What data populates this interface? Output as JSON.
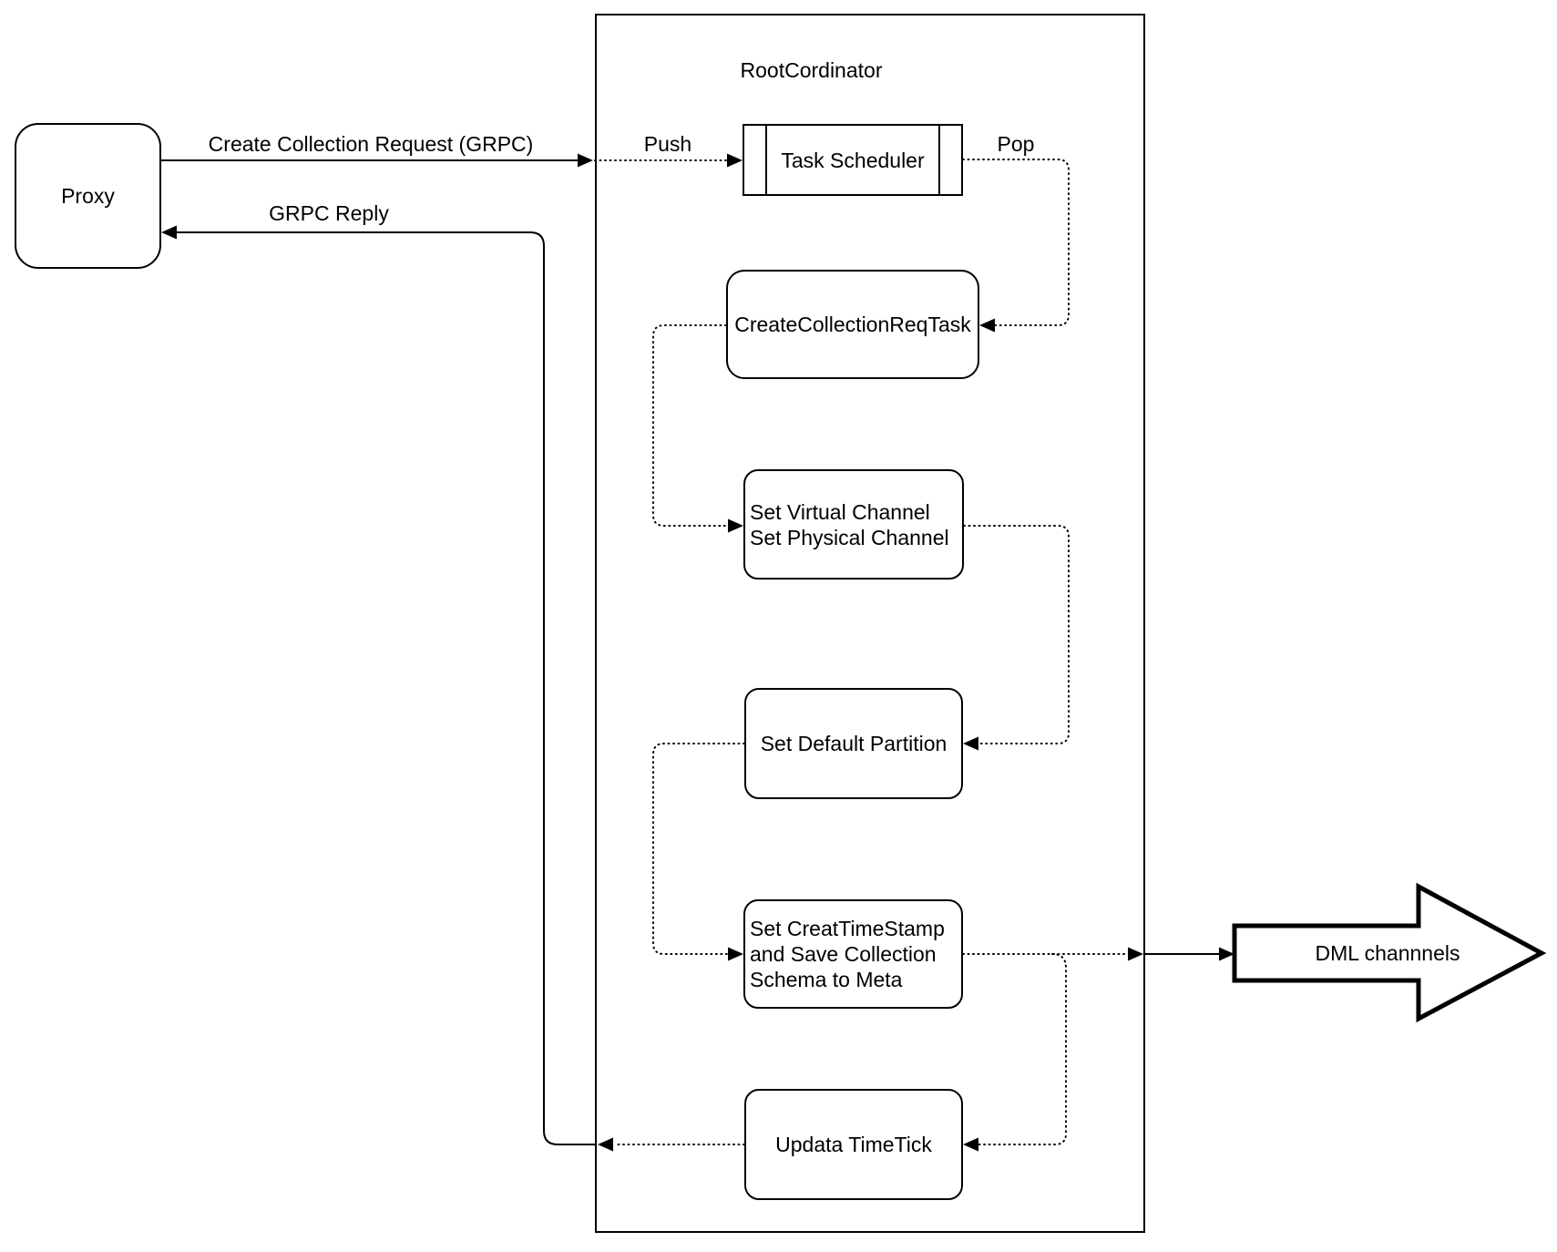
{
  "diagram": {
    "title": "RootCordinator",
    "nodes": {
      "proxy": {
        "label": "Proxy"
      },
      "task_scheduler": {
        "label": "Task Scheduler"
      },
      "create_collection_req_task": {
        "label": "CreateCollectionReqTask"
      },
      "set_channels": {
        "label": "Set Virtual Channel\nSet Physical Channel"
      },
      "set_default_partition": {
        "label": "Set Default Partition"
      },
      "set_timestamp": {
        "label": "Set CreatTimeStamp\nand Save Collection\nSchema to Meta"
      },
      "update_timetick": {
        "label": "Updata TimeTick"
      },
      "dml_channels": {
        "label": "DML channnels"
      }
    },
    "edge_labels": {
      "create_request": "Create Collection Request (GRPC)",
      "grpc_reply": "GRPC Reply",
      "push": "Push",
      "pop": "Pop"
    },
    "colors": {
      "stroke": "#000000",
      "background": "#ffffff"
    }
  }
}
